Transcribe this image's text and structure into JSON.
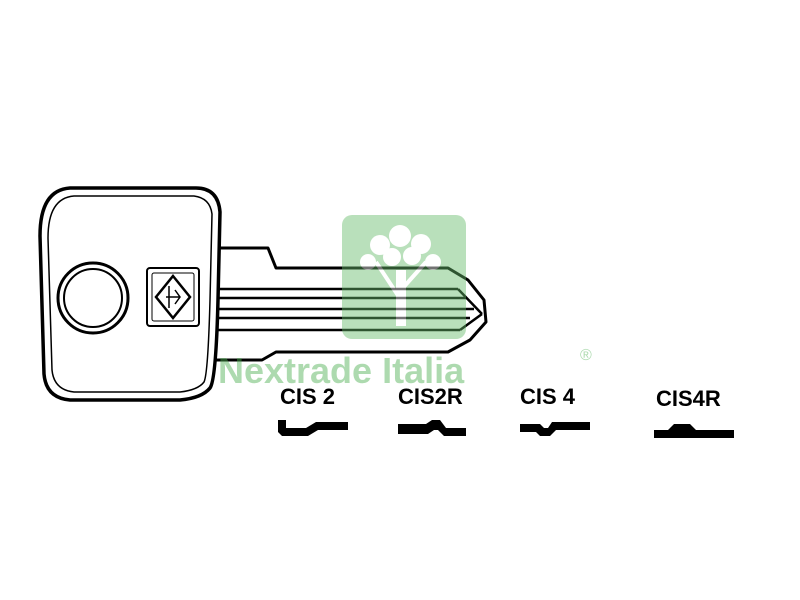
{
  "profiles": [
    {
      "label": "CIS 2"
    },
    {
      "label": "CIS2R"
    },
    {
      "label": "CIS 4"
    },
    {
      "label": "CIS4R"
    }
  ],
  "watermark": {
    "text": "Nextrade Italia",
    "registered": "®",
    "color": "#4caf50"
  },
  "colors": {
    "ink": "#000000",
    "paper": "#ffffff"
  }
}
